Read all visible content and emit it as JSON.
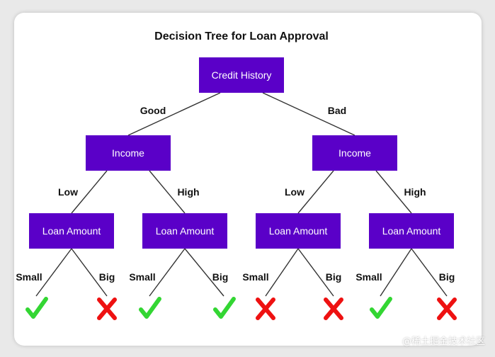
{
  "title": "Decision Tree for Loan Approval",
  "colors": {
    "node_fill": "#5a00c8",
    "node_text": "#ffffff",
    "edge": "#333333",
    "label": "#111111",
    "approve": "#33d633",
    "reject": "#ee1111"
  },
  "root": {
    "label": "Credit History",
    "branches": [
      {
        "edge_label": "Good",
        "node": {
          "label": "Income",
          "branches": [
            {
              "edge_label": "Low",
              "node": {
                "label": "Loan Amount",
                "branches": [
                  {
                    "edge_label": "Small",
                    "outcome": "approve"
                  },
                  {
                    "edge_label": "Big",
                    "outcome": "reject"
                  }
                ]
              }
            },
            {
              "edge_label": "High",
              "node": {
                "label": "Loan Amount",
                "branches": [
                  {
                    "edge_label": "Small",
                    "outcome": "approve"
                  },
                  {
                    "edge_label": "Big",
                    "outcome": "approve"
                  }
                ]
              }
            }
          ]
        }
      },
      {
        "edge_label": "Bad",
        "node": {
          "label": "Income",
          "branches": [
            {
              "edge_label": "Low",
              "node": {
                "label": "Loan Amount",
                "branches": [
                  {
                    "edge_label": "Small",
                    "outcome": "reject"
                  },
                  {
                    "edge_label": "Big",
                    "outcome": "reject"
                  }
                ]
              }
            },
            {
              "edge_label": "High",
              "node": {
                "label": "Loan Amount",
                "branches": [
                  {
                    "edge_label": "Small",
                    "outcome": "approve"
                  },
                  {
                    "edge_label": "Big",
                    "outcome": "reject"
                  }
                ]
              }
            }
          ]
        }
      }
    ]
  },
  "watermark": "@稀土掘金技术社区"
}
